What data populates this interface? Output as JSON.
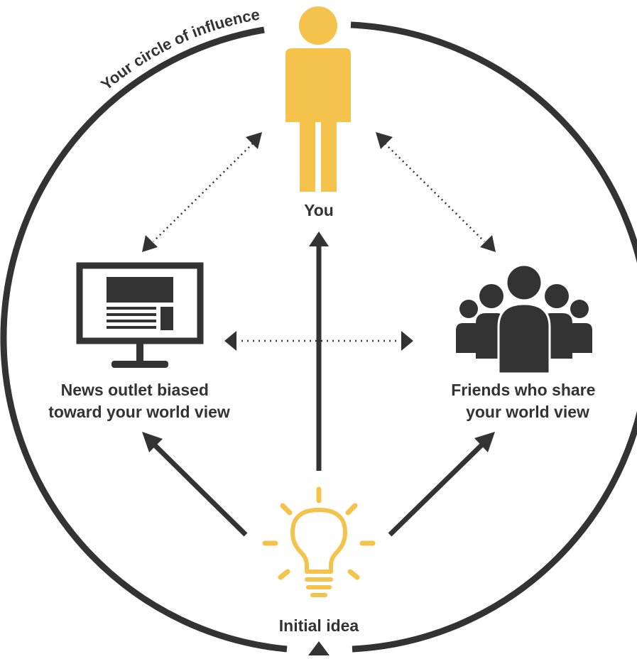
{
  "diagram": {
    "circle_label": "Your circle of influence",
    "nodes": {
      "you": {
        "label": "You"
      },
      "news": {
        "label_line1": "News outlet biased",
        "label_line2": "toward your world view"
      },
      "friends": {
        "label_line1": "Friends who share",
        "label_line2": "your world view"
      },
      "idea": {
        "label": "Initial idea"
      }
    },
    "icons": {
      "you": "person-icon",
      "news": "monitor-icon",
      "friends": "group-icon",
      "idea": "lightbulb-icon"
    },
    "colors": {
      "dark": "#333333",
      "accent": "#F5C24C"
    }
  }
}
